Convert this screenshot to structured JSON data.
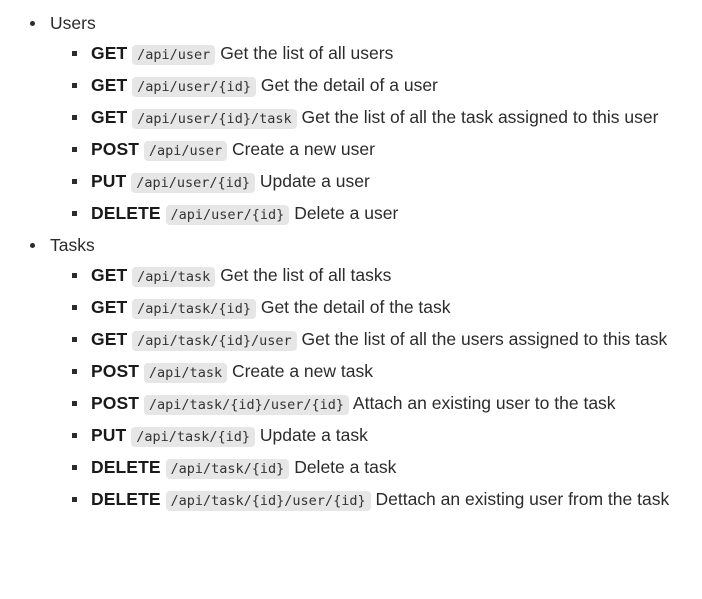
{
  "document": {
    "type": "api-endpoint-list",
    "groups": [
      {
        "label": "Users",
        "endpoints": [
          {
            "method": "GET",
            "path": "/api/user",
            "description": "Get the list of all users"
          },
          {
            "method": "GET",
            "path": "/api/user/{id}",
            "description": "Get the detail of a user"
          },
          {
            "method": "GET",
            "path": "/api/user/{id}/task",
            "description": "Get the list of all the task assigned to this user"
          },
          {
            "method": "POST",
            "path": "/api/user",
            "description": "Create a new user"
          },
          {
            "method": "PUT",
            "path": "/api/user/{id}",
            "description": "Update a user"
          },
          {
            "method": "DELETE",
            "path": "/api/user/{id}",
            "description": "Delete a user"
          }
        ]
      },
      {
        "label": "Tasks",
        "endpoints": [
          {
            "method": "GET",
            "path": "/api/task",
            "description": "Get the list of all tasks"
          },
          {
            "method": "GET",
            "path": "/api/task/{id}",
            "description": "Get the detail of the task"
          },
          {
            "method": "GET",
            "path": "/api/task/{id}/user",
            "description": "Get the list of all the users assigned to this task"
          },
          {
            "method": "POST",
            "path": "/api/task",
            "description": "Create a new task"
          },
          {
            "method": "POST",
            "path": "/api/task/{id}/user/{id}",
            "description": "Attach an existing user to the task"
          },
          {
            "method": "PUT",
            "path": "/api/task/{id}",
            "description": "Update a task"
          },
          {
            "method": "DELETE",
            "path": "/api/task/{id}",
            "description": "Delete a task"
          },
          {
            "method": "DELETE",
            "path": "/api/task/{id}/user/{id}",
            "description": "Dettach an existing user from the task"
          }
        ]
      }
    ],
    "colors": {
      "background": "#ffffff",
      "text": "#2b2b2b",
      "code_background": "#e6e6e6",
      "code_text": "#333333",
      "bullet": "#2b2b2b"
    }
  }
}
